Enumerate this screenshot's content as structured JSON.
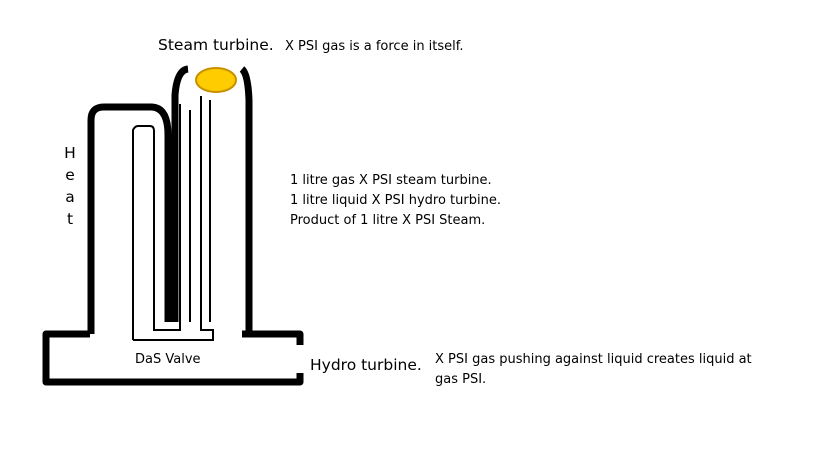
{
  "labels": {
    "steam_turbine": "Steam turbine.",
    "steam_note": "X PSI gas is a force in itself.",
    "hydro_turbine": "Hydro turbine.",
    "hydro_note_line1": "X PSI gas pushing against liquid creates liquid at",
    "hydro_note_line2": "gas PSI.",
    "valve": "DaS Valve",
    "heat_letters": [
      "H",
      "e",
      "a",
      "t"
    ]
  },
  "notes": [
    "1 litre gas X PSI steam turbine.",
    "1 litre liquid X PSI hydro turbine.",
    "Product of 1 litre X PSI Steam."
  ],
  "colors": {
    "stroke": "#000000",
    "background": "#ffffff",
    "turbine_fill": "#ffcc00",
    "turbine_outline": "#c89000"
  }
}
